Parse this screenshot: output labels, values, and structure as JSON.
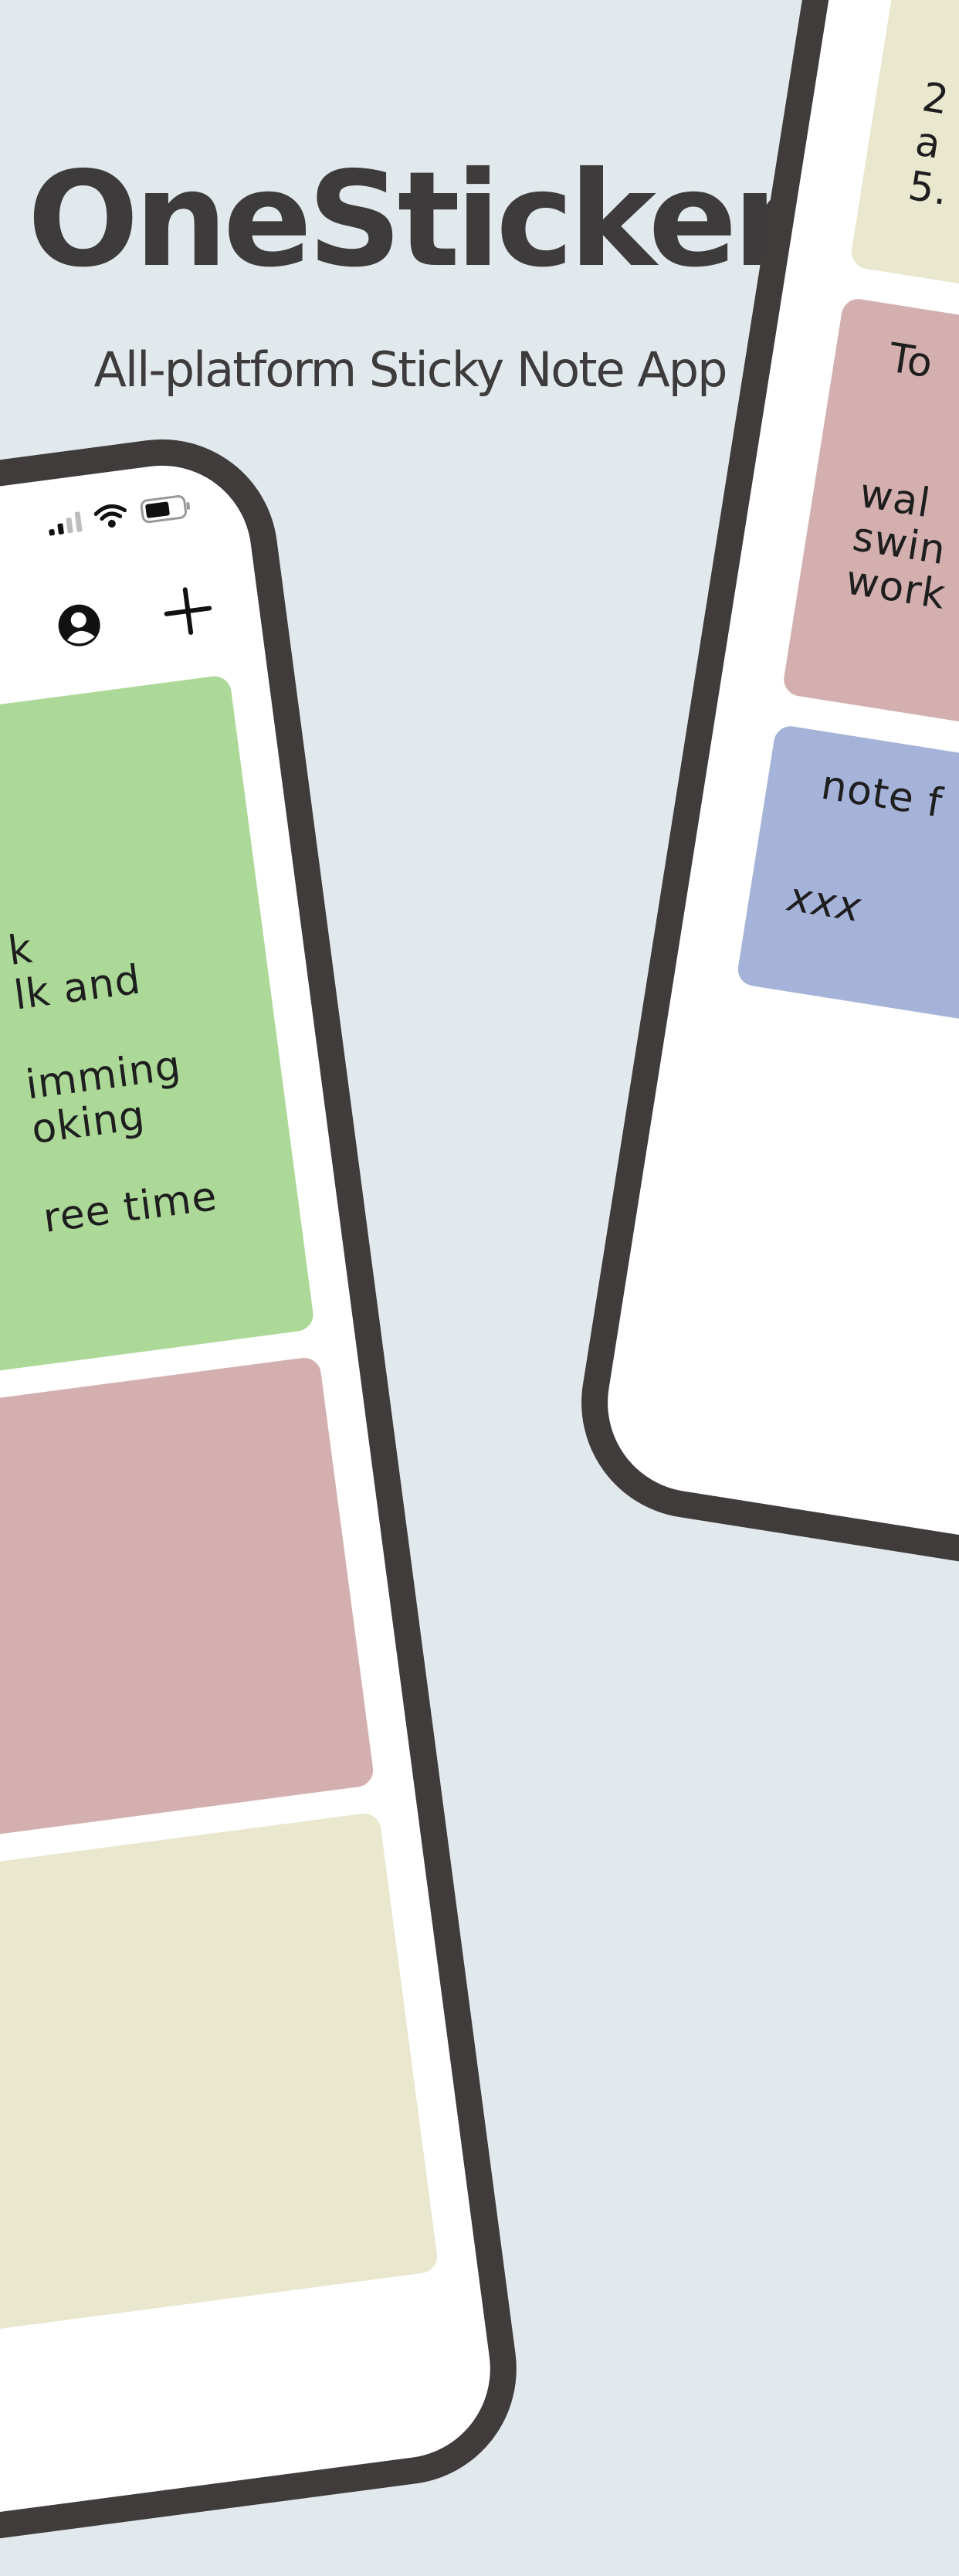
{
  "header": {
    "title": "OneSticker",
    "subtitle": "All-platform Sticky Note App"
  },
  "colors": {
    "background": "#e2e9ed",
    "phone_frame": "#403c3b",
    "note_green": "#acd998",
    "note_pink": "#d3b0af",
    "note_yellow": "#e9e8cf",
    "note_blue": "#a6b3d9"
  },
  "left_phone": {
    "status_icons": [
      "signal-icon",
      "wifi-icon",
      "battery-icon"
    ],
    "toolbar_icons": [
      "account-icon",
      "add-icon"
    ],
    "notes": [
      {
        "color": "green",
        "lines": [
          "k",
          "lk and",
          "",
          "imming",
          "oking",
          "",
          "ree time"
        ]
      },
      {
        "color": "pink",
        "lines": []
      },
      {
        "color": "yellow",
        "lines": []
      }
    ]
  },
  "right_phone": {
    "notes": [
      {
        "color": "yellow",
        "lines": [
          "2",
          "a",
          "5."
        ]
      },
      {
        "color": "pink",
        "title": "To",
        "lines": [
          "wal",
          "swin",
          "work"
        ]
      },
      {
        "color": "blue",
        "title": "note f",
        "lines": [
          "xxx"
        ]
      }
    ]
  }
}
